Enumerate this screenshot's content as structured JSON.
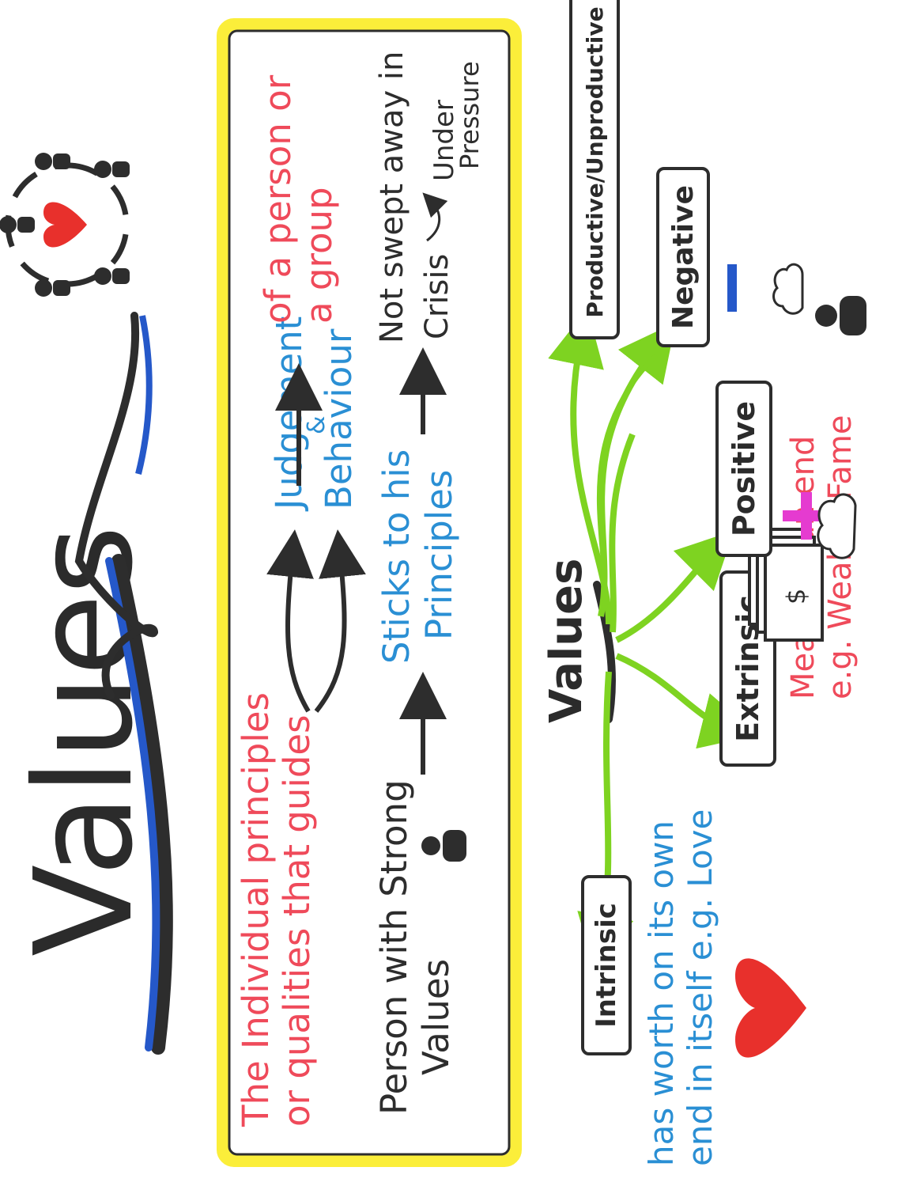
{
  "title": "Values",
  "definition": {
    "line1": "The Individual principles",
    "line2": "or qualities that guides",
    "judgement": "Judgement",
    "amp": "&",
    "behaviour": "Behaviour",
    "of_person_1": "of a person or",
    "of_person_2": "a group"
  },
  "strong_values": {
    "person_1": "Person with Strong",
    "person_2": "Values",
    "sticks_1": "Sticks to his",
    "sticks_2": "Principles",
    "not_swept": "Not swept away in",
    "crisis": "Crisis",
    "under": "Under",
    "pressure": "Pressure"
  },
  "types": {
    "center": "Values",
    "intrinsic": "Intrinsic",
    "intrinsic_desc_1": "has worth on its own",
    "intrinsic_desc_2": "end in itself e.g. Love",
    "extrinsic": "Extrinsic",
    "extrinsic_desc_1": "Means to an end",
    "extrinsic_desc_2": "e.g. Wealth, Fame",
    "positive": "Positive",
    "negative": "Negative",
    "productive": "Productive/Unproductive"
  },
  "icons": {
    "group": "people-circle-heart-icon",
    "person": "person-icon",
    "love": "heart-icon",
    "wealth": "money-stack-icon",
    "happy_thought": "happy-thought-cloud-icon",
    "sad_thought": "sad-thought-cloud-icon"
  },
  "colors": {
    "red": "#ef4a5a",
    "blue": "#2a8fd4",
    "green": "#7ed321",
    "yellow": "#fbee3a",
    "magenta": "#e53bd0",
    "dark": "#2d2d2d"
  }
}
